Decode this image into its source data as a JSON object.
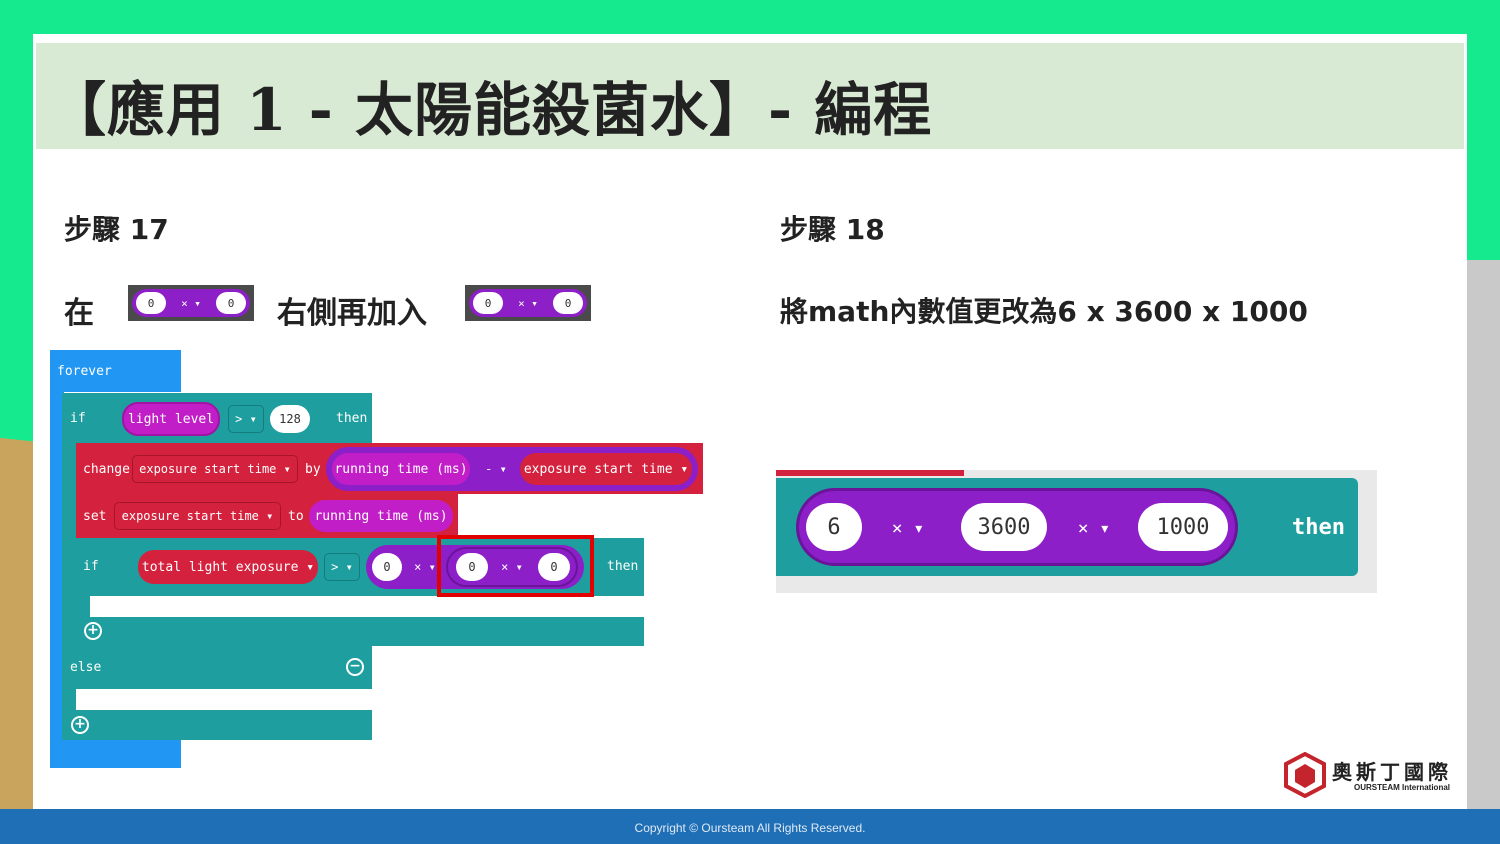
{
  "title": "【應用 1 - 太陽能殺菌水】- 編程",
  "footer": "Copyright © Oursteam All Rights Reserved.",
  "step17": {
    "label": "步驟 17",
    "instr_prefix": "在",
    "instr_middle": "右側再加入",
    "mini_block": {
      "left": "0",
      "op": "×",
      "right": "0"
    }
  },
  "step18": {
    "label": "步驟 18",
    "instr": "將math內數值更改為6 x 3600 x 1000"
  },
  "code": {
    "forever": "forever",
    "if1": "if",
    "light_level": "light level",
    "gt": ">",
    "val128": "128",
    "then": "then",
    "change": "change",
    "exposure_start_time": "exposure start time",
    "by": "by",
    "running_time": "running time (ms)",
    "minus": "-",
    "set": "set",
    "to": "to",
    "if2": "if",
    "total_light_exposure": "total light exposure",
    "zero": "0",
    "times": "×",
    "else": "else"
  },
  "big_block": {
    "v1": "6",
    "op1": "×",
    "v2": "3600",
    "op2": "×",
    "v3": "1000",
    "then": "then"
  },
  "logo": {
    "name_cn": "奧斯丁國際",
    "name_en": "OURSTEAM International"
  },
  "colors": {
    "teal": "#1e9e9e",
    "blue": "#2196f3",
    "red": "#d4213d",
    "magenta": "#c21ec7",
    "purple": "#8c1fc7",
    "highlight": "#e00000"
  }
}
